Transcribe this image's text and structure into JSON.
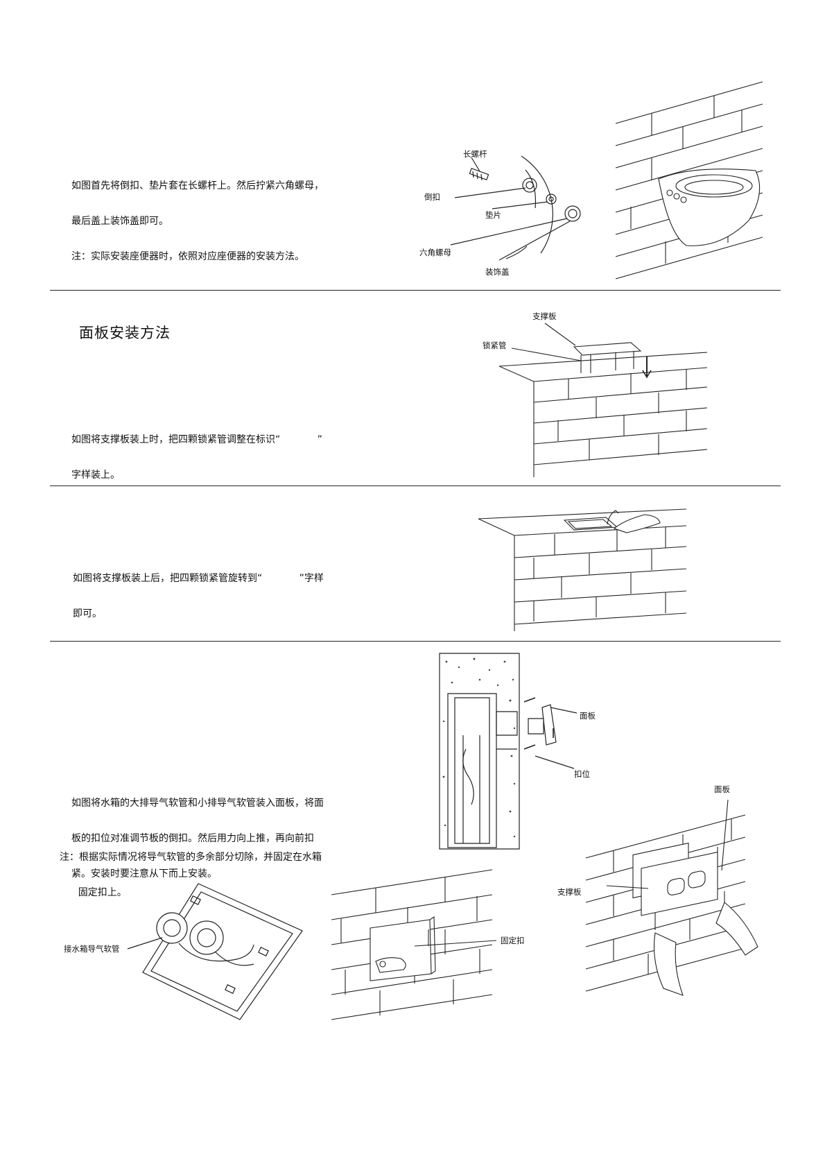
{
  "section1": {
    "lines": [
      "如图首先将倒扣、垫片套在长螺杆上。然后拧紧六角螺母，",
      "最后盖上装饰盖即可。",
      "注：实际安装座便器时，依照对应座便器的安装方法。"
    ],
    "labels": {
      "long_bolt": "长螺杆",
      "reverse_buckle": "倒扣",
      "washer": "垫片",
      "hex_nut": "六角螺母",
      "decorative_cap": "装饰盖"
    }
  },
  "section2": {
    "title": "面板安装方法",
    "lines": [
      "如图将支撑板装上时，把四颗锁紧管调整在标识“            ”",
      "字样装上。"
    ],
    "labels": {
      "support_plate": "支撑板",
      "lock_tube": "锁紧管"
    }
  },
  "section3": {
    "lines": [
      "如图将支撑板装上后，把四颗锁紧管旋转到“            ”字样",
      "即可。"
    ]
  },
  "section4": {
    "lines": [
      "如图将水箱的大排导气软管和小排导气软管装入面板，将面",
      "板的扣位对准调节板的倒扣。然后用力向上推，再向前扣",
      "紧。安装时要注意从下而上安装。"
    ],
    "note_lines": [
      "注：根据实际情况将导气软管的多余部分切除，并固定在水箱",
      "      固定扣上。"
    ],
    "labels": {
      "panel": "面板",
      "clip_position": "扣位",
      "panel_right": "面板",
      "support_plate_right": "支撑板",
      "fixing_clip": "固定扣",
      "tank_air_hose": "接水箱导气软管"
    }
  }
}
